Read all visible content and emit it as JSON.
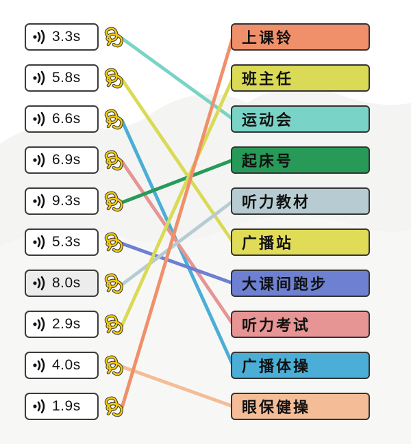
{
  "audio_clips": [
    {
      "duration": "3.3s",
      "icon": "speaker-icon",
      "pressed": false
    },
    {
      "duration": "5.8s",
      "icon": "speaker-icon",
      "pressed": false
    },
    {
      "duration": "6.6s",
      "icon": "speaker-icon",
      "pressed": false
    },
    {
      "duration": "6.9s",
      "icon": "speaker-icon",
      "pressed": false
    },
    {
      "duration": "9.3s",
      "icon": "speaker-icon",
      "pressed": false
    },
    {
      "duration": "5.3s",
      "icon": "speaker-icon",
      "pressed": false
    },
    {
      "duration": "8.0s",
      "icon": "speaker-icon",
      "pressed": true
    },
    {
      "duration": "2.9s",
      "icon": "speaker-icon",
      "pressed": false
    },
    {
      "duration": "4.0s",
      "icon": "speaker-icon",
      "pressed": false
    },
    {
      "duration": "1.9s",
      "icon": "speaker-icon",
      "pressed": false
    }
  ],
  "word_cards": [
    {
      "label": "上课铃",
      "color": "#f0906a"
    },
    {
      "label": "班主任",
      "color": "#dada56"
    },
    {
      "label": "运动会",
      "color": "#79d3c6"
    },
    {
      "label": "起床号",
      "color": "#279a58"
    },
    {
      "label": "听力教材",
      "color": "#b7ccd2"
    },
    {
      "label": "广播站",
      "color": "#e0dc58"
    },
    {
      "label": "大课间跑步",
      "color": "#6d80d2"
    },
    {
      "label": "听力考试",
      "color": "#e79494"
    },
    {
      "label": "广播体操",
      "color": "#4aaed6"
    },
    {
      "label": "眼保健操",
      "color": "#f4bd97"
    }
  ],
  "connections": [
    {
      "from": 0,
      "to": 2,
      "color": "#79d3c6"
    },
    {
      "from": 1,
      "to": 5,
      "color": "#dada56"
    },
    {
      "from": 2,
      "to": 8,
      "color": "#4aaed6"
    },
    {
      "from": 3,
      "to": 7,
      "color": "#e79494"
    },
    {
      "from": 4,
      "to": 3,
      "color": "#279a58"
    },
    {
      "from": 5,
      "to": 6,
      "color": "#6d80d2"
    },
    {
      "from": 6,
      "to": 4,
      "color": "#b7ccd2"
    },
    {
      "from": 7,
      "to": 1,
      "color": "#dada56"
    },
    {
      "from": 8,
      "to": 9,
      "color": "#f4bd97"
    },
    {
      "from": 9,
      "to": 0,
      "color": "#f0906a"
    }
  ],
  "knot_icon": "rope-knot-icon",
  "knot_color": "#f2c80f"
}
